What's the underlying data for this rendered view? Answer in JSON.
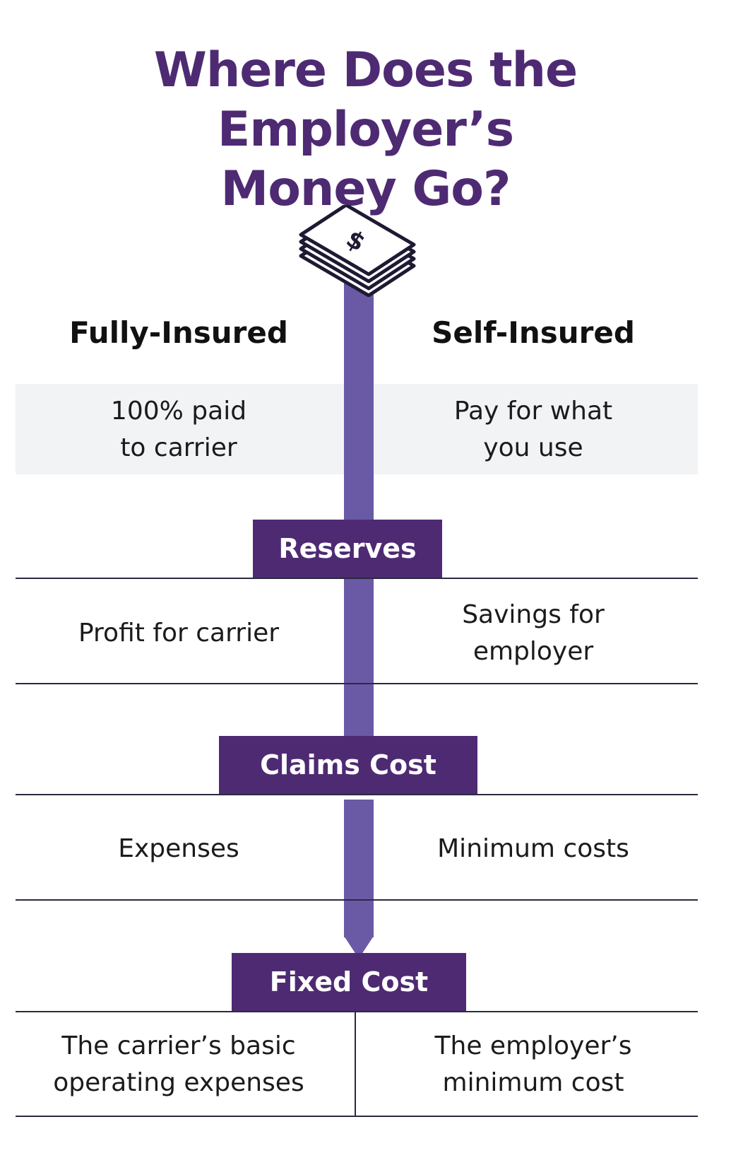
{
  "title": {
    "line1": "Where Does the Employer’s",
    "line2": "Money Go?"
  },
  "icon": "money-stack-icon",
  "colors": {
    "title": "#4e2a73",
    "label_box": "#4e2a73",
    "shaft": "#6a5aa6",
    "band": "#f2f3f5"
  },
  "columns": {
    "left": "Fully-Insured",
    "right": "Self-Insured"
  },
  "funding": {
    "left": [
      "100% paid",
      "to carrier"
    ],
    "right": [
      "Pay for what",
      "you use"
    ]
  },
  "sections": [
    {
      "label": "Reserves",
      "left": [
        "Profit for carrier"
      ],
      "right": [
        "Savings for",
        "employer"
      ]
    },
    {
      "label": "Claims Cost",
      "left": [
        "Expenses"
      ],
      "right": [
        "Minimum costs"
      ]
    },
    {
      "label": "Fixed Cost",
      "left": [
        "The carrier’s basic",
        "operating expenses"
      ],
      "right": [
        "The employer’s",
        "minimum cost"
      ]
    }
  ]
}
